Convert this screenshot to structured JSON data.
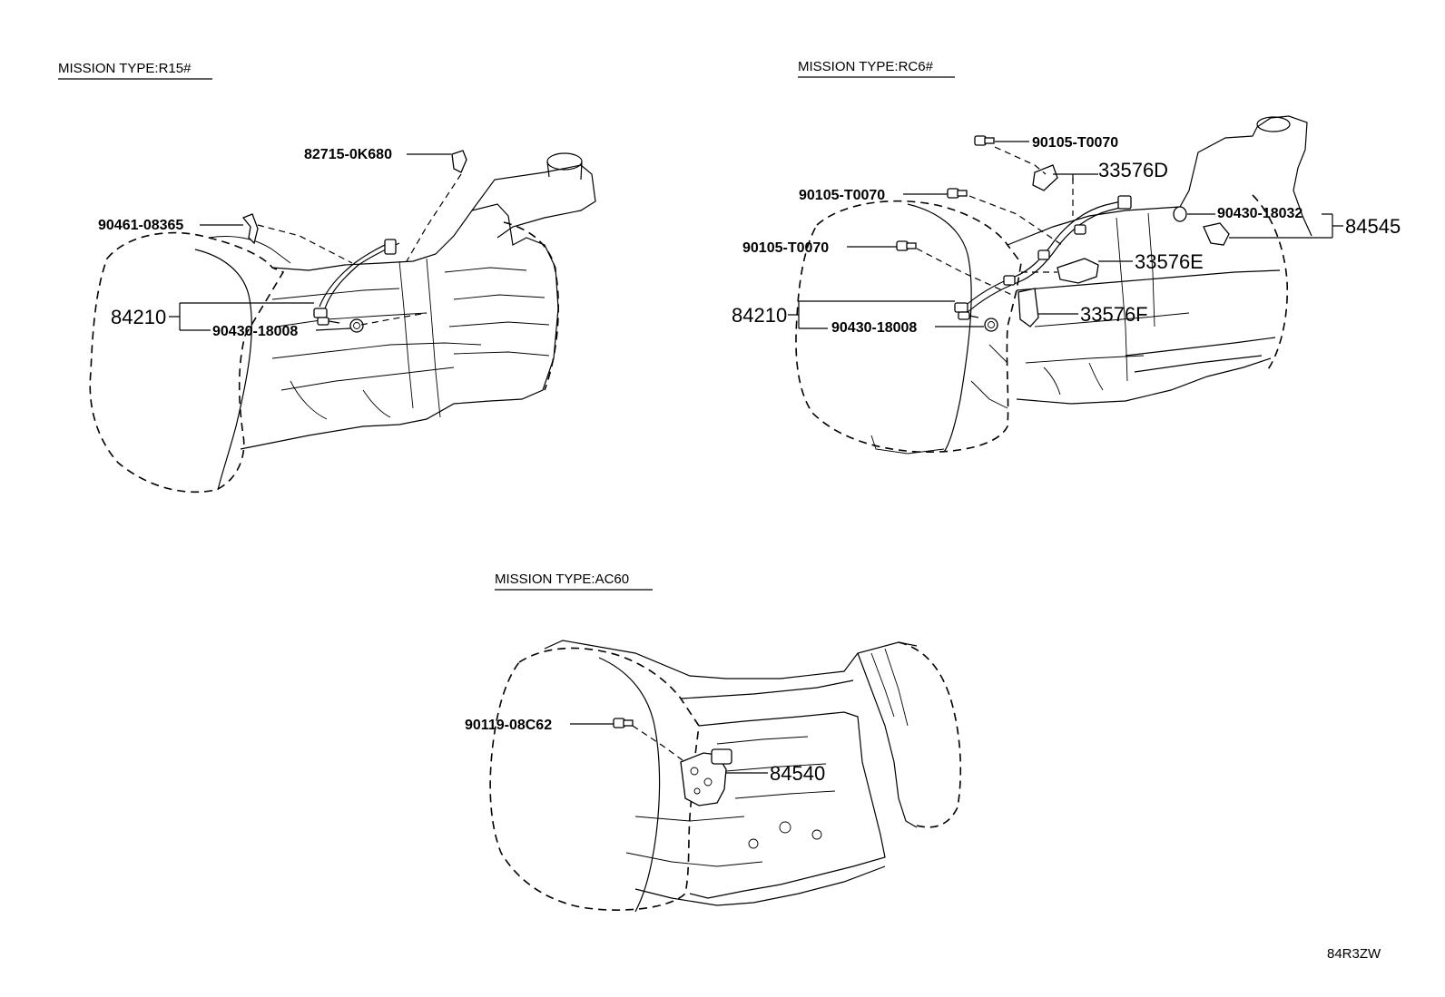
{
  "diagram_code": "84R3ZW",
  "sections": [
    {
      "title": "MISSION TYPE:R15#",
      "labels": [
        "82715-0K680",
        "90461-08365",
        "84210",
        "90430-18008"
      ]
    },
    {
      "title": "MISSION TYPE:RC6#",
      "labels": [
        "90105-T0070",
        "33576D",
        "90105-T0070",
        "90105-T0070",
        "90430-18032",
        "84545",
        "33576E",
        "84210",
        "33576F",
        "90430-18008"
      ]
    },
    {
      "title": "MISSION TYPE:AC60",
      "labels": [
        "90119-08C62",
        "84540"
      ]
    }
  ]
}
